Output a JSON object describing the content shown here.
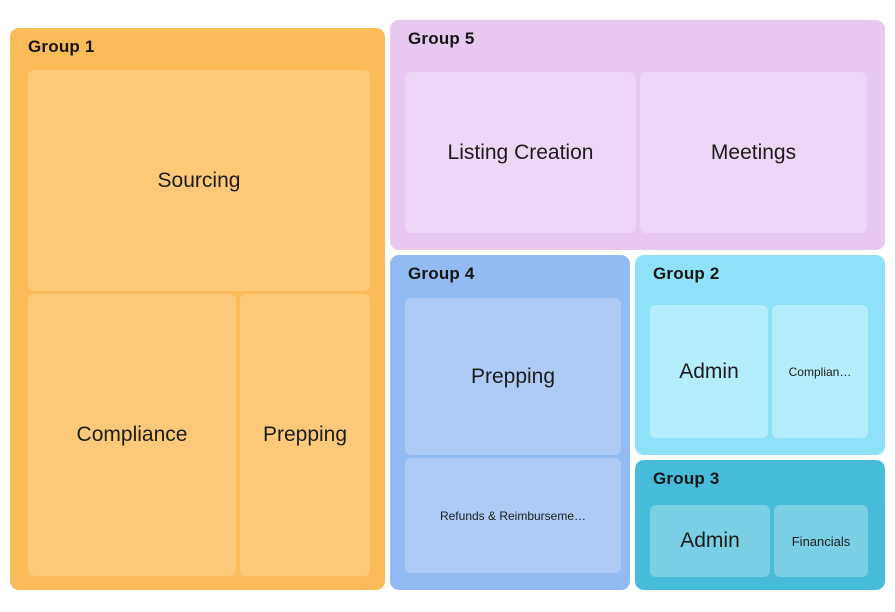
{
  "chart_data": {
    "type": "treemap",
    "title": "",
    "legend": "none",
    "grid": false,
    "text_color": "#1a1a1a",
    "background_color": "#ffffff",
    "groups": [
      {
        "label": "Group 1",
        "outer_color": "#FBBB58",
        "inner_color": "#FCC979",
        "children": [
          {
            "label": "Sourcing",
            "relative_area_pct": 21.8
          },
          {
            "label": "Compliance",
            "relative_area_pct": 17.0
          },
          {
            "label": "Prepping",
            "relative_area_pct": 10.5
          }
        ]
      },
      {
        "label": "Group 5",
        "outer_color": "#E6C8F0",
        "inner_color": "#EED6F6",
        "children": [
          {
            "label": "Listing Creation",
            "relative_area_pct": 10.6
          },
          {
            "label": "Meetings",
            "relative_area_pct": 10.4
          }
        ]
      },
      {
        "label": "Group 4",
        "outer_color": "#93BBF3",
        "inner_color": "#AECBF7",
        "children": [
          {
            "label": "Prepping",
            "relative_area_pct": 9.7
          },
          {
            "label": "Refunds & Reimburseme…",
            "relative_area_pct": 7.3
          }
        ]
      },
      {
        "label": "Group 2",
        "outer_color": "#8EE1F8",
        "inner_color": "#B4EDFB",
        "children": [
          {
            "label": "Admin",
            "relative_area_pct": 4.5
          },
          {
            "label": "Complian…",
            "relative_area_pct": 3.6
          }
        ]
      },
      {
        "label": "Group 3",
        "outer_color": "#47BCDA",
        "inner_color": "#7BCFE5",
        "children": [
          {
            "label": "Admin",
            "relative_area_pct": 2.5
          },
          {
            "label": "Financials",
            "relative_area_pct": 1.9
          }
        ]
      }
    ]
  }
}
